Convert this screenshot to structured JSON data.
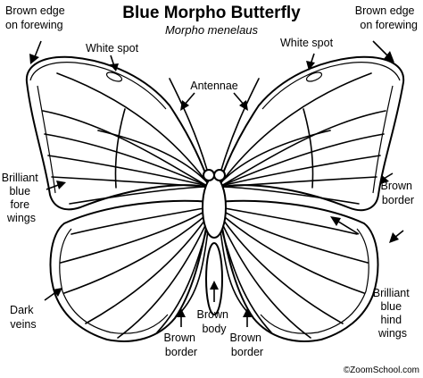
{
  "title": "Blue Morpho Butterfly",
  "subtitle": "Morpho menelaus",
  "labels": {
    "brown_edge_left": [
      "Brown edge",
      "on forewing"
    ],
    "brown_edge_right": [
      "Brown edge",
      "on forewing"
    ],
    "white_spot_left": "White spot",
    "white_spot_right": "White spot",
    "antennae": "Antennae",
    "brilliant_blue_fore_wings": [
      "Brilliant",
      "blue",
      "fore",
      "wings"
    ],
    "brown_border_right": [
      "Brown",
      "border"
    ],
    "dark_veins": [
      "Dark",
      "veins"
    ],
    "brown_body": [
      "Brown",
      "body"
    ],
    "brown_border_bottom_left": [
      "Brown",
      "border"
    ],
    "brown_border_bottom_right": [
      "Brown",
      "border"
    ],
    "brilliant_blue_hind_wings": [
      "Brilliant",
      "blue",
      "hind",
      "wings"
    ]
  },
  "copyright": "©ZoomSchool.com"
}
